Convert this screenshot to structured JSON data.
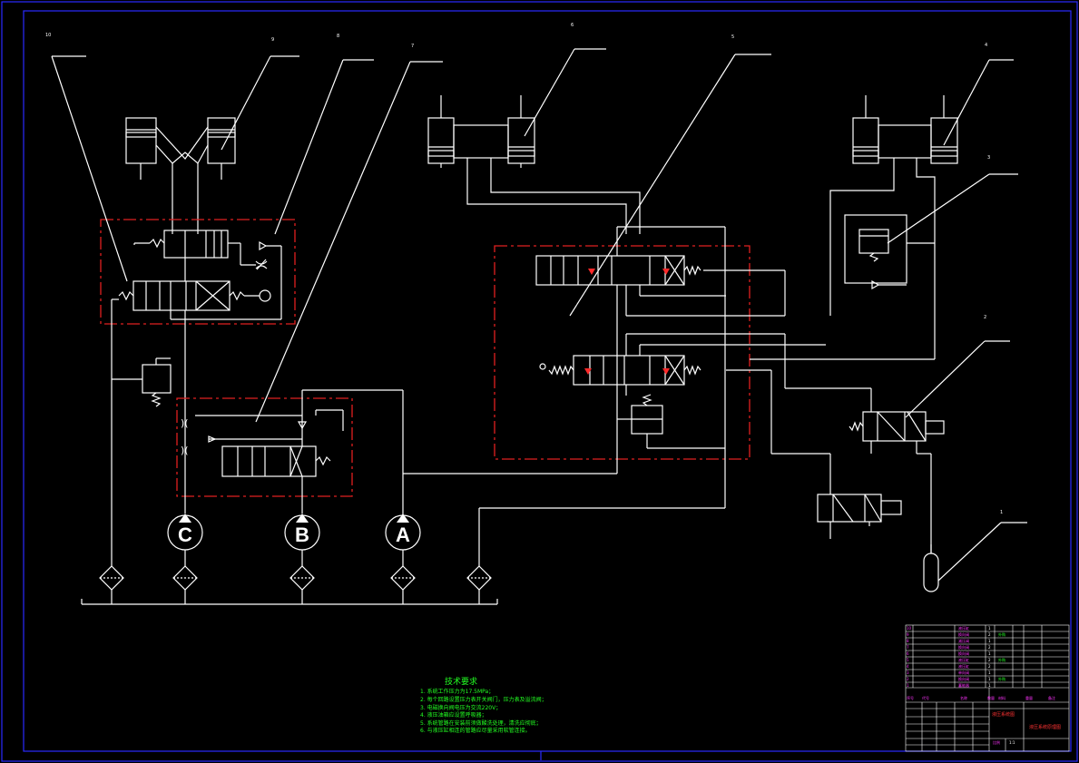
{
  "leaders": [
    {
      "id": "10",
      "label": "10"
    },
    {
      "id": "9",
      "label": "9"
    },
    {
      "id": "8",
      "label": "8"
    },
    {
      "id": "7",
      "label": "7"
    },
    {
      "id": "6",
      "label": "6"
    },
    {
      "id": "5",
      "label": "5"
    },
    {
      "id": "4",
      "label": "4"
    },
    {
      "id": "3",
      "label": "3"
    },
    {
      "id": "2",
      "label": "2"
    },
    {
      "id": "1",
      "label": "1"
    }
  ],
  "pumps": [
    {
      "id": "C",
      "label": "C"
    },
    {
      "id": "B",
      "label": "B"
    },
    {
      "id": "A",
      "label": "A"
    }
  ],
  "tech_requirements": {
    "title": "技术要求",
    "items": [
      "1. 系统工作压力为17.5MPa；",
      "2. 每个回路设置压力表开关阀门，压力表及溢流阀；",
      "3. 电磁换向阀电压为交流220V；",
      "4. 液压油箱应设置呼吸器；",
      "5. 系统管路在安装前须做酸洗处理，清洗应彻底；",
      "6. 与液压缸相连的管路应尽量采用软管连接。"
    ]
  },
  "title_block": {
    "rows": [
      {
        "no": "10",
        "name": "液压缸",
        "qty": "1",
        "note": ""
      },
      {
        "no": "9",
        "name": "换向阀",
        "qty": "2",
        "note": "外购"
      },
      {
        "no": "8",
        "name": "减压阀",
        "qty": "1",
        "note": ""
      },
      {
        "no": "7",
        "name": "换向阀",
        "qty": "2",
        "note": ""
      },
      {
        "no": "6",
        "name": "换向阀",
        "qty": "1",
        "note": ""
      },
      {
        "no": "5",
        "name": "液压缸",
        "qty": "2",
        "note": "外购"
      },
      {
        "no": "4",
        "name": "液压缸",
        "qty": "2",
        "note": ""
      },
      {
        "no": "3",
        "name": "单向阀",
        "qty": "1",
        "note": ""
      },
      {
        "no": "2",
        "name": "换向阀",
        "qty": "1",
        "note": "外购"
      },
      {
        "no": "1",
        "name": "蓄能器",
        "qty": "1",
        "note": ""
      }
    ],
    "header": {
      "no": "序号",
      "code": "代号",
      "name": "名称",
      "qty": "数量",
      "material": "材料",
      "weight": "重量",
      "note": "备注"
    },
    "drawing_name": "液压系统图",
    "school": "液压系统原理图",
    "scale": "比例",
    "sheet": "1:1"
  }
}
